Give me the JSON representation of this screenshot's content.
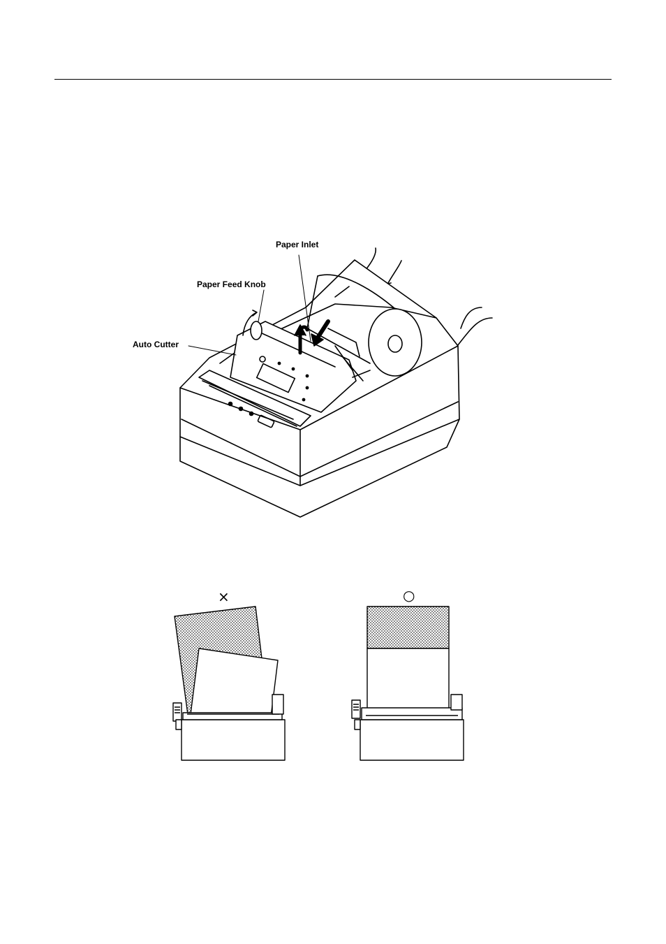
{
  "figure1": {
    "labels": {
      "paper_inlet": "Paper Inlet",
      "paper_feed_knob": "Paper Feed Knob",
      "auto_cutter": "Auto Cutter"
    }
  },
  "figure2": {
    "incorrect_mark": "×",
    "correct_mark": "○"
  }
}
